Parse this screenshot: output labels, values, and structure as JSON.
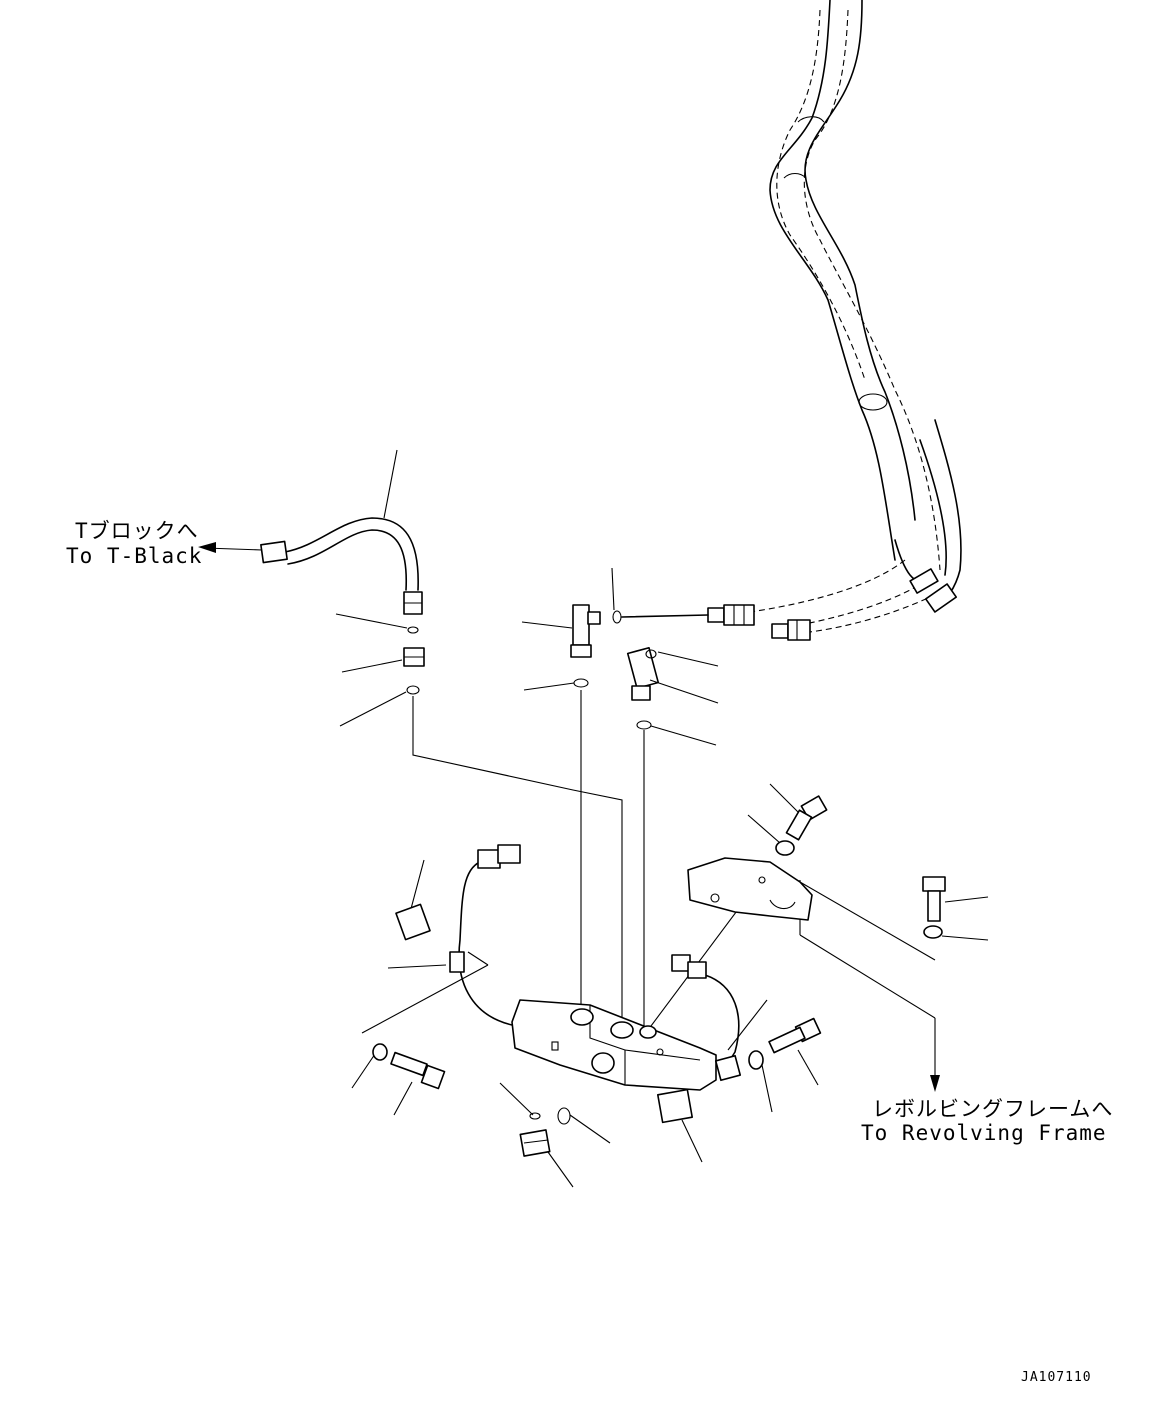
{
  "labels": {
    "t_block_jp": "Tブロックへ",
    "t_block_en": "To T-Black",
    "revolving_jp": "レボルビングフレームへ",
    "revolving_en": "To Revolving Frame",
    "drawing_code": "JA107110"
  }
}
